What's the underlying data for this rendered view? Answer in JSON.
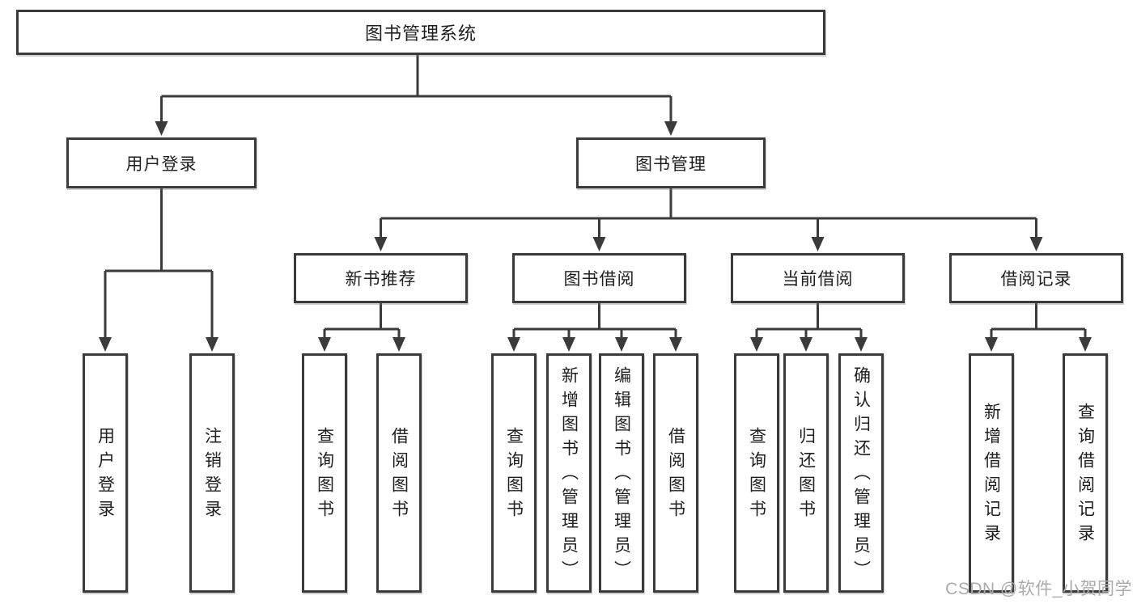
{
  "diagram": {
    "root": {
      "label": "图书管理系统"
    },
    "branches": {
      "user_login": {
        "label": "用户登录",
        "children": [
          {
            "label": "用户登录"
          },
          {
            "label": "注销登录"
          }
        ]
      },
      "book_management": {
        "label": "图书管理",
        "sections": {
          "new_book_recommend": {
            "label": "新书推荐",
            "children": [
              {
                "label": "查询图书"
              },
              {
                "label": "借阅图书"
              }
            ]
          },
          "book_borrow": {
            "label": "图书借阅",
            "children": [
              {
                "label": "查询图书"
              },
              {
                "label": "新增图书（管理员）"
              },
              {
                "label": "编辑图书（管理员）"
              },
              {
                "label": "借阅图书"
              }
            ]
          },
          "current_borrow": {
            "label": "当前借阅",
            "children": [
              {
                "label": "查询图书"
              },
              {
                "label": "归还图书"
              },
              {
                "label": "确认归还（管理员）"
              }
            ]
          },
          "borrow_records": {
            "label": "借阅记录",
            "children": [
              {
                "label": "新增借阅记录"
              },
              {
                "label": "查询借阅记录"
              }
            ]
          }
        }
      }
    },
    "watermark": "CSDN @软件_小贺同学",
    "colors": {
      "line": "#3b3b3b",
      "box_border": "#3b3b3b",
      "box_fill": "#ffffff",
      "text": "#1f1f1f",
      "watermark": "#ababab"
    }
  }
}
